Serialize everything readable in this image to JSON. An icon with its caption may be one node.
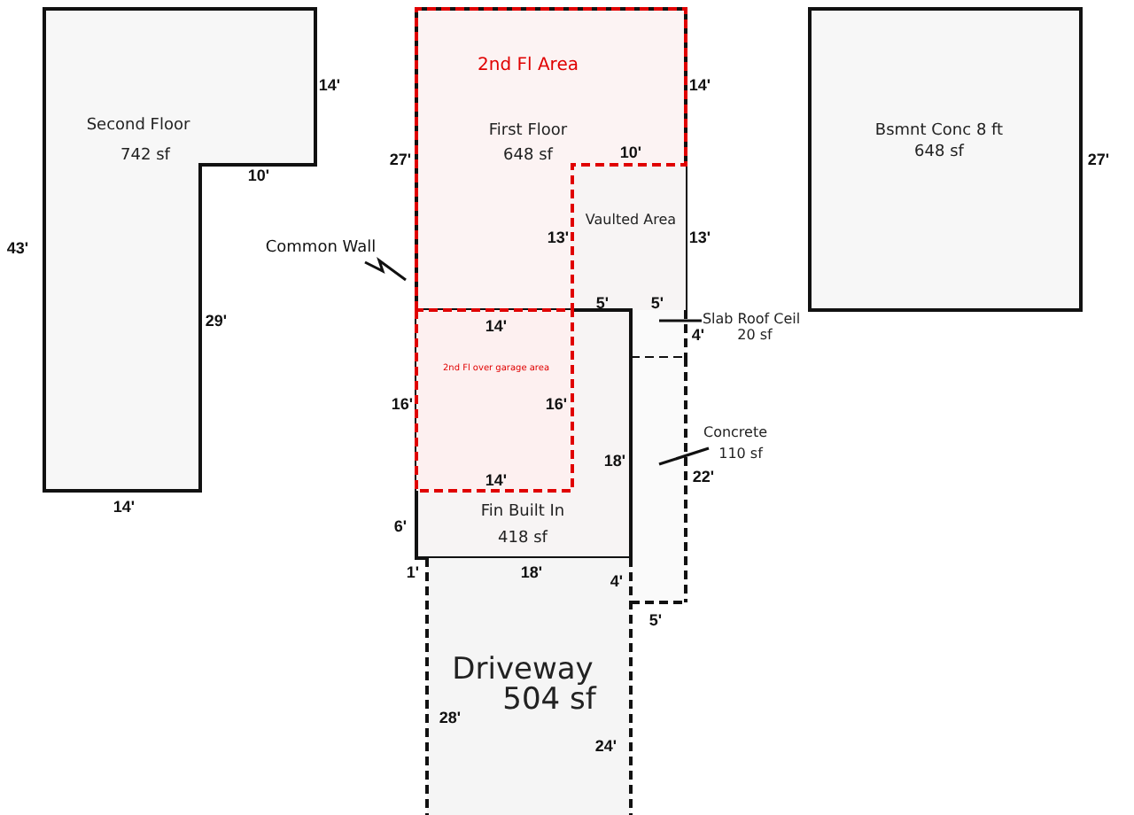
{
  "diagram": {
    "nodes": [
      {
        "text": [
          "Second Floor",
          "742 sf"
        ]
      },
      {
        "text": [
          "First Floor",
          "648 sf"
        ]
      },
      {
        "text": [
          "2nd Fl Area"
        ]
      },
      {
        "text": [
          "Vaulted Area"
        ],
        "in": 1
      },
      {
        "text": [
          "Fin Built In",
          "418 sf"
        ]
      },
      {
        "text": [
          "2nd Fl over garage area"
        ],
        "in": 4
      },
      {
        "text": [
          "Slab Roof Ceil",
          "20 sf"
        ]
      },
      {
        "text": [],
        "shape": "box"
      },
      {
        "text": [
          "Concrete",
          "110 sf"
        ]
      },
      {
        "text": [],
        "shape": "box"
      },
      {
        "text": [
          "Driveway",
          "504 sf"
        ]
      },
      {
        "text": [
          "Bsmnt Conc 8 ft",
          "648 sf"
        ]
      }
    ],
    "edges": [
      {
        "from": 6,
        "to": 7,
        "arrow": "none"
      },
      {
        "from": 8,
        "to": 9,
        "arrow": "none"
      }
    ],
    "labels": [
      "14'",
      "14'",
      "27'",
      "27'",
      "10'",
      "10'",
      "43'",
      "Common Wall",
      "13'",
      "13'",
      "29'",
      "5'",
      "5'",
      "14'",
      "4'",
      "16'",
      "16'",
      "18'",
      "14'",
      "22'",
      "14'",
      "6'",
      "1'",
      "18'",
      "4'",
      "5'",
      "28'",
      "24'"
    ]
  }
}
